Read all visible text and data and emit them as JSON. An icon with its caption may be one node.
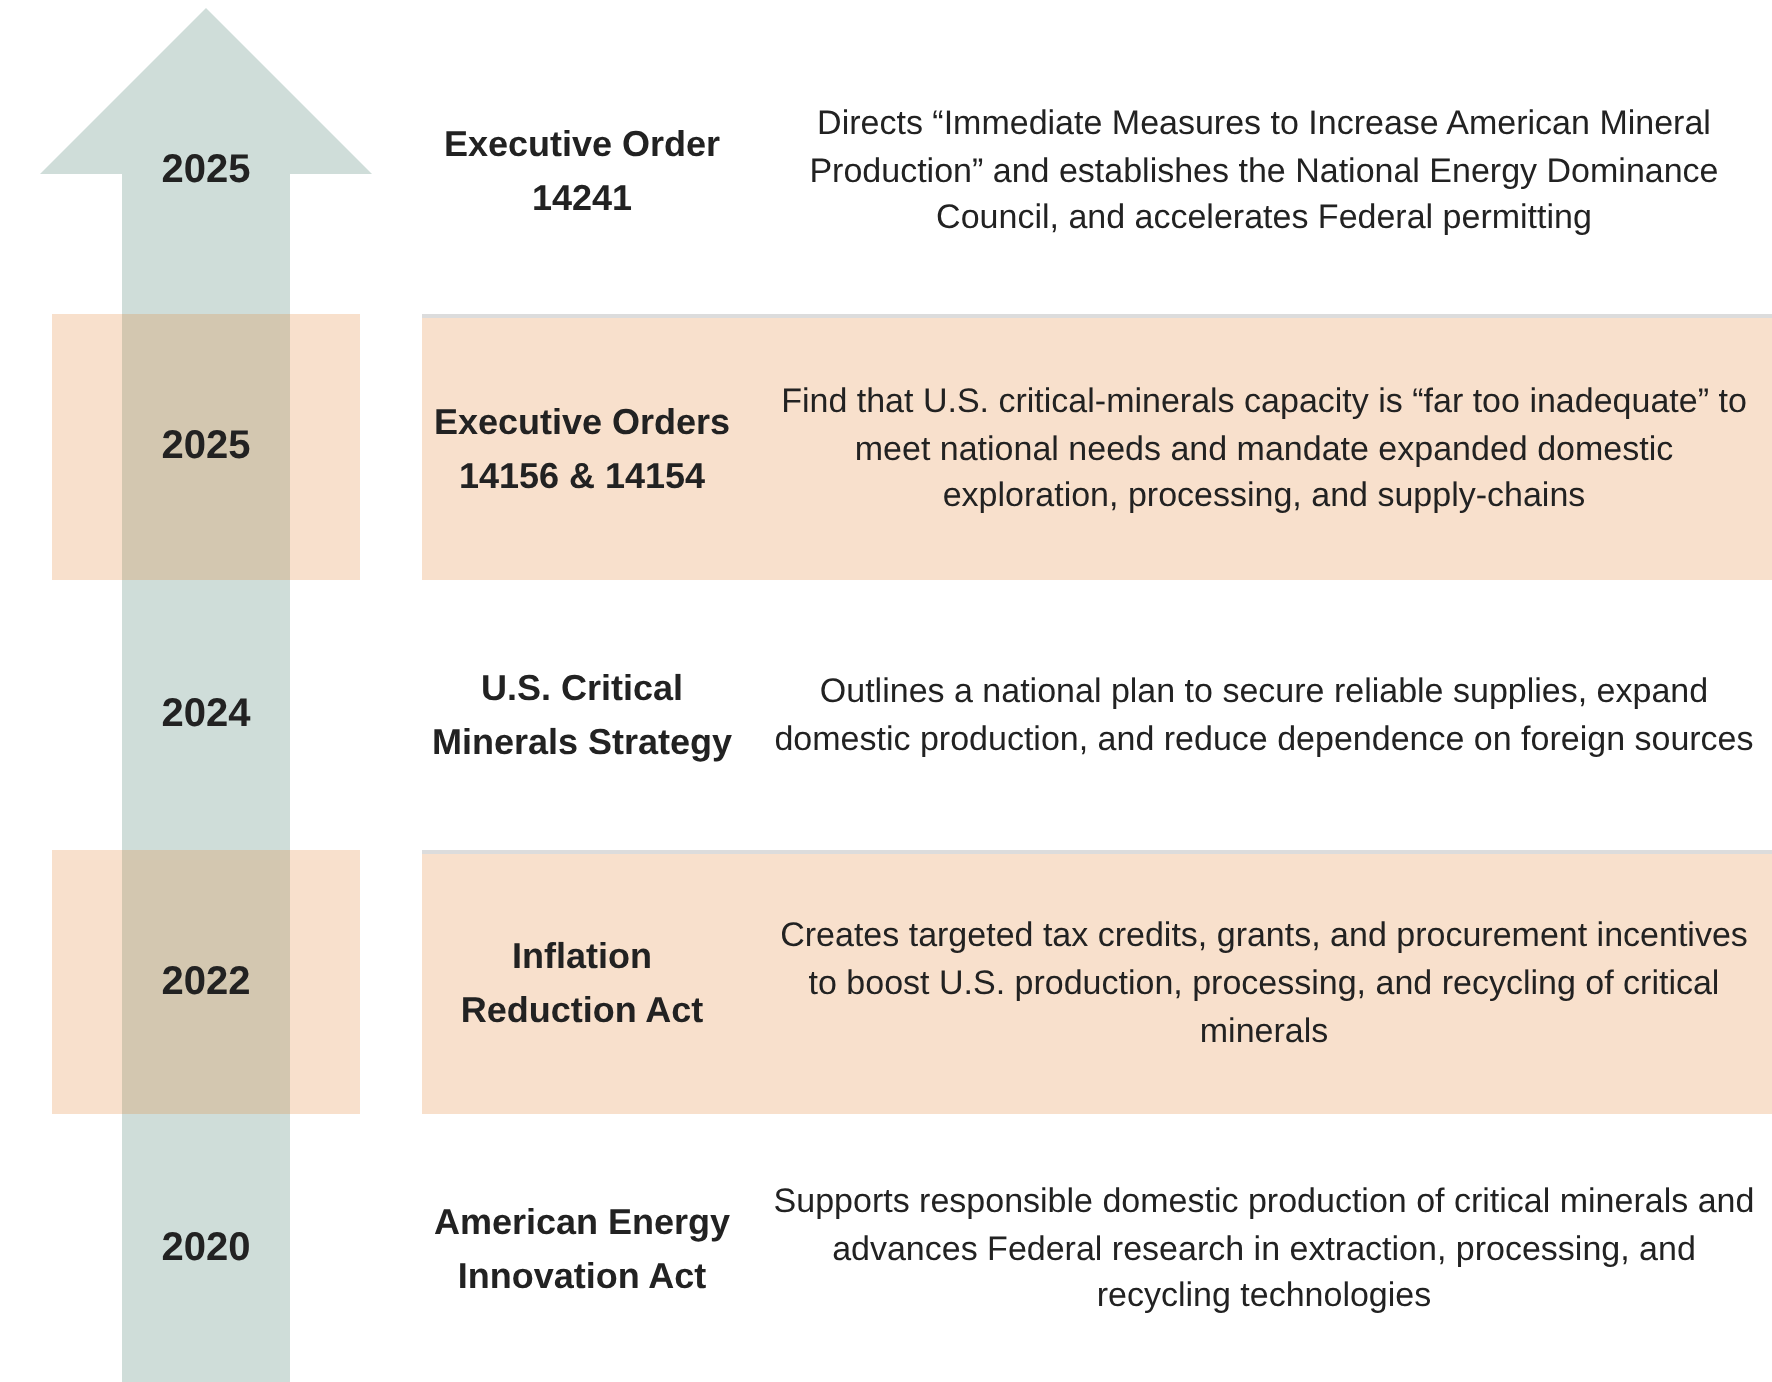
{
  "diagram": {
    "nodes": [
      {
        "text": [
          "2025"
        ]
      },
      {
        "text": [
          "Executive Orders 14156 & 14154",
          "Find that U.S. critical-minerals capacity is “far too inadequate” to meet national needs and mandate expanded domestic exploration, processing, and supply-chains"
        ]
      },
      {
        "text": [
          "2022"
        ]
      },
      {
        "text": [
          "Inflation Reduction Act",
          "Creates targeted tax credits, grants, and procurement incentives to boost U.S. production, processing, and recycling of critical minerals"
        ]
      }
    ],
    "labels": [
      "2025",
      "Executive Order 14241",
      "Directs “Immediate Measures to Increase American Mineral Production” and establishes the National Energy Dominance Council, and accelerates Federal permitting",
      "2024",
      "U.S. Critical Minerals Strategy",
      "Outlines a national plan to secure reliable supplies, expand domestic production, and reduce dependence on foreign sources",
      "2020",
      "American Energy Innovation Act",
      "Supports responsible domestic production of critical minerals and advances Federal research in extraction, processing, and recycling technologies"
    ]
  }
}
